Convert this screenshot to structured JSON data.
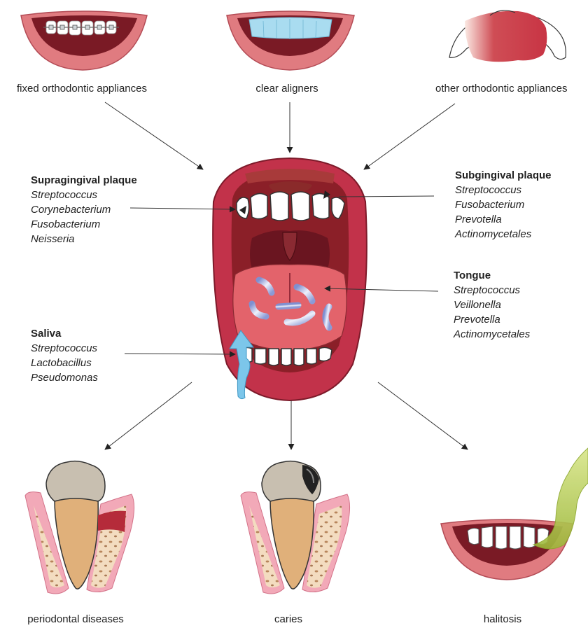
{
  "appliances": {
    "fixed": "fixed orthodontic appliances",
    "aligners": "clear aligners",
    "other": "other orthodontic appliances"
  },
  "supragingival": {
    "title": "Supragingival plaque",
    "items": [
      "Streptococcus",
      "Corynebacterium",
      "Fusobacterium",
      "Neisseria"
    ]
  },
  "subgingival": {
    "title": "Subgingival plaque",
    "items": [
      "Streptococcus",
      "Fusobacterium",
      "Prevotella",
      "Actinomycetales"
    ]
  },
  "tongue": {
    "title": "Tongue",
    "items": [
      "Streptococcus",
      "Veillonella",
      "Prevotella",
      "Actinomycetales"
    ]
  },
  "saliva": {
    "title": "Saliva",
    "items": [
      "Streptococcus",
      "Lactobacillus",
      "Pseudomonas"
    ]
  },
  "outcomes": {
    "periodontal": "periodontal diseases",
    "caries": "caries",
    "halitosis": "halitosis"
  },
  "colors": {
    "lip": "#e07b80",
    "lip_dark": "#c2324a",
    "mouth_dark": "#8b1f28",
    "tongue": "#e3636b",
    "gum": "#f2a9b8",
    "bone": "#f0d8b8",
    "tooth_root": "#e0b07a",
    "tooth_crown": "#c8bfb0",
    "aligner": "#a9dcf0",
    "saliva": "#7cc6ea",
    "halitosis": "#c6d96a",
    "arrow": "#333333"
  }
}
